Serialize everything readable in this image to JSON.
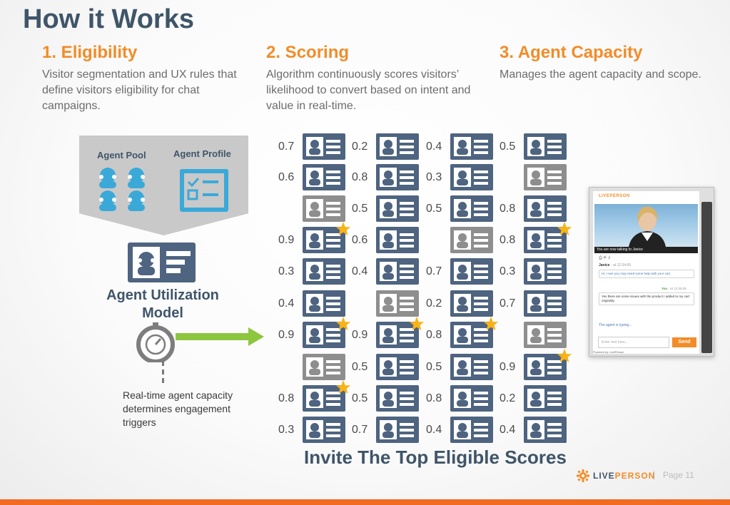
{
  "title": "How it Works",
  "columns": [
    {
      "heading": "1. Eligibility",
      "text": "Visitor segmentation and UX rules that define visitors eligibility for chat campaigns."
    },
    {
      "heading": "2. Scoring",
      "text": "Algorithm continuously scores visitors’ likelihood to convert based on intent and value in real-time."
    },
    {
      "heading": "3. Agent Capacity",
      "text": "Manages the agent capacity and scope."
    }
  ],
  "agent_pool_label": "Agent Pool",
  "agent_profile_label": "Agent Profile",
  "agent_utilization_model": "Agent Utilization Model",
  "realtime_caption": "Real-time agent capacity determines engagement triggers",
  "invite_label": "Invite The Top Eligible Scores",
  "grid": {
    "rows": [
      [
        {
          "score": "0.7",
          "state": "eligible",
          "star": false
        },
        {
          "score": "0.2",
          "state": "eligible",
          "star": false
        },
        {
          "score": "0.4",
          "state": "eligible",
          "star": false
        },
        {
          "score": "0.5",
          "state": "eligible",
          "star": false
        }
      ],
      [
        {
          "score": "0.6",
          "state": "eligible",
          "star": false
        },
        {
          "score": "0.8",
          "state": "eligible",
          "star": false
        },
        {
          "score": "0.3",
          "state": "eligible",
          "star": false
        },
        {
          "score": "",
          "state": "ineligible",
          "star": false
        }
      ],
      [
        {
          "score": "",
          "state": "ineligible",
          "star": false
        },
        {
          "score": "0.5",
          "state": "eligible",
          "star": false
        },
        {
          "score": "0.5",
          "state": "eligible",
          "star": false
        },
        {
          "score": "0.8",
          "state": "eligible",
          "star": false
        }
      ],
      [
        {
          "score": "0.9",
          "state": "eligible",
          "star": true
        },
        {
          "score": "0.6",
          "state": "eligible",
          "star": false
        },
        {
          "score": "",
          "state": "ineligible",
          "star": false
        },
        {
          "score": "0.8",
          "state": "eligible",
          "star": true
        }
      ],
      [
        {
          "score": "0.3",
          "state": "eligible",
          "star": false
        },
        {
          "score": "0.4",
          "state": "eligible",
          "star": false
        },
        {
          "score": "0.7",
          "state": "eligible",
          "star": false
        },
        {
          "score": "0.3",
          "state": "eligible",
          "star": false
        }
      ],
      [
        {
          "score": "0.4",
          "state": "eligible",
          "star": false
        },
        {
          "score": "",
          "state": "ineligible",
          "star": false
        },
        {
          "score": "0.2",
          "state": "eligible",
          "star": false
        },
        {
          "score": "0.7",
          "state": "eligible",
          "star": false
        }
      ],
      [
        {
          "score": "0.9",
          "state": "eligible",
          "star": true
        },
        {
          "score": "0.9",
          "state": "eligible",
          "star": true
        },
        {
          "score": "0.8",
          "state": "eligible",
          "star": true
        },
        {
          "score": "",
          "state": "ineligible",
          "star": false
        }
      ],
      [
        {
          "score": "",
          "state": "ineligible",
          "star": false
        },
        {
          "score": "0.5",
          "state": "eligible",
          "star": false
        },
        {
          "score": "0.5",
          "state": "eligible",
          "star": false
        },
        {
          "score": "0.9",
          "state": "eligible",
          "star": true
        }
      ],
      [
        {
          "score": "0.8",
          "state": "eligible",
          "star": true
        },
        {
          "score": "0.5",
          "state": "eligible",
          "star": false
        },
        {
          "score": "0.8",
          "state": "eligible",
          "star": false
        },
        {
          "score": "0.2",
          "state": "eligible",
          "star": false
        }
      ],
      [
        {
          "score": "0.3",
          "state": "eligible",
          "star": false
        },
        {
          "score": "0.7",
          "state": "eligible",
          "star": false
        },
        {
          "score": "0.4",
          "state": "eligible",
          "star": false
        },
        {
          "score": "0.4",
          "state": "eligible",
          "star": false
        }
      ]
    ]
  },
  "chat_window": {
    "brand": "LIVEPERSON",
    "banner": "You are now talking to Janice",
    "agent_name": "Janice",
    "agent_time": "- at 12:34:06",
    "agent_msg": "Hi, I see you may need some help with your cart.",
    "you_label": "You",
    "you_time": "- at 12:35:05",
    "you_msg": "Yes there are some issues with the product I added to my cart originally.",
    "typing": "The agent is typing...",
    "input_placeholder": "Enter text here...",
    "send_label": "Send",
    "powered_by": "Powered by: LivePerson"
  },
  "footer": {
    "brand_main": "LIVE",
    "brand_accent": "PERSON",
    "page_label": "Page 11"
  },
  "colors": {
    "navy": "#3f5569",
    "card": "#4e6480",
    "ineligible": "#8e8e8e",
    "orange": "#f28c28",
    "green": "#8cc63f",
    "teal": "#3aa9d8",
    "star": "#f7b318",
    "bar": "#f26b21"
  }
}
